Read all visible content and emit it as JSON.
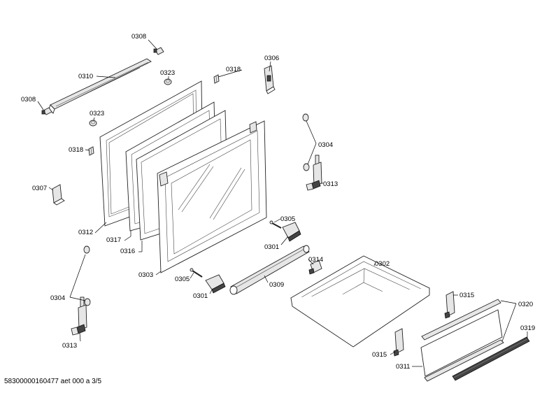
{
  "footer": {
    "text": "58300000160477 aet 000 a 3/5"
  },
  "labels": {
    "l0308a": "0308",
    "l0310": "0310",
    "l0308b": "0308",
    "l0323a": "0323",
    "l0323b": "0323",
    "l0318a": "0318",
    "l0318b": "0318",
    "l0306": "0306",
    "l0304a": "0304",
    "l0313a": "0313",
    "l0307": "0307",
    "l0312": "0312",
    "l0317": "0317",
    "l0316": "0316",
    "l0303": "0303",
    "l0305a": "0305",
    "l0301a": "0301",
    "l0305b": "0305",
    "l0301b": "0301",
    "l0314": "0314",
    "l0309": "0309",
    "l0302": "0302",
    "l0304b": "0304",
    "l0313b": "0313",
    "l0315a": "0315",
    "l0320": "0320",
    "l0319": "0319",
    "l0315b": "0315",
    "l0311": "0311"
  }
}
